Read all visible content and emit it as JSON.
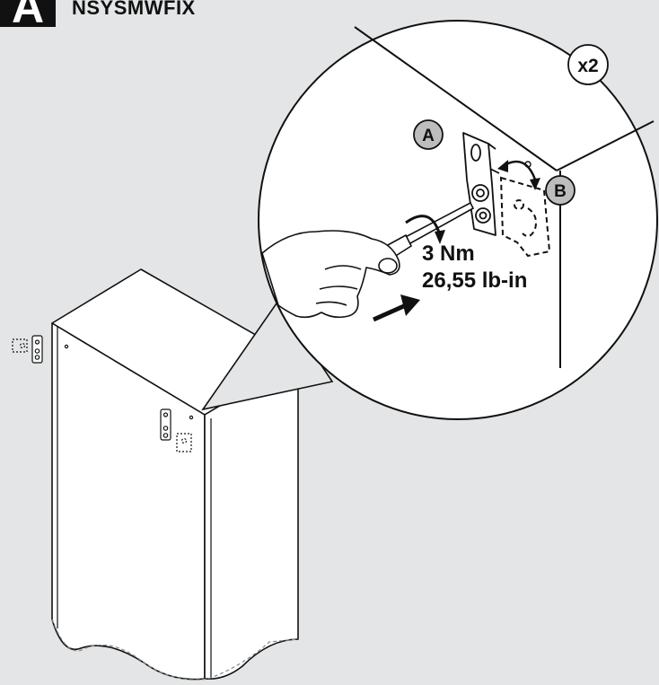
{
  "header": {
    "badge_letter": "A",
    "reference": "NSYSMWFIX"
  },
  "callouts": {
    "quantity": "x2",
    "part_a": "A",
    "part_b": "B"
  },
  "torque": {
    "metric": "3 Nm",
    "imperial": "26,55 lb-in"
  }
}
